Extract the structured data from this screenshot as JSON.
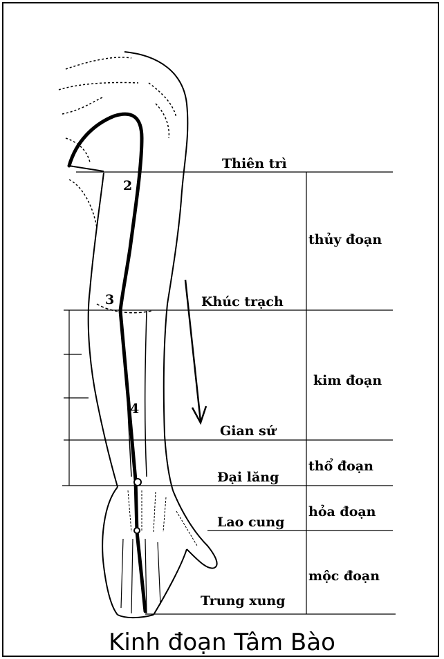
{
  "diagram": {
    "points": {
      "thien_tri": "Thiên trì",
      "khuc_trach": "Khúc trạch",
      "gian_su": "Gian sứ",
      "dai_lang": "Đại lăng",
      "lao_cung": "Lao cung",
      "trung_xung": "Trung xung"
    },
    "segments": {
      "thuy": "thủy đoạn",
      "kim": "kim đoạn",
      "tho": "thổ đoạn",
      "hoa": "hỏa đoạn",
      "moc": "mộc đoạn"
    },
    "meridian_numbers": [
      "2",
      "3",
      "4"
    ]
  },
  "title": "Kinh đoạn Tâm Bào"
}
